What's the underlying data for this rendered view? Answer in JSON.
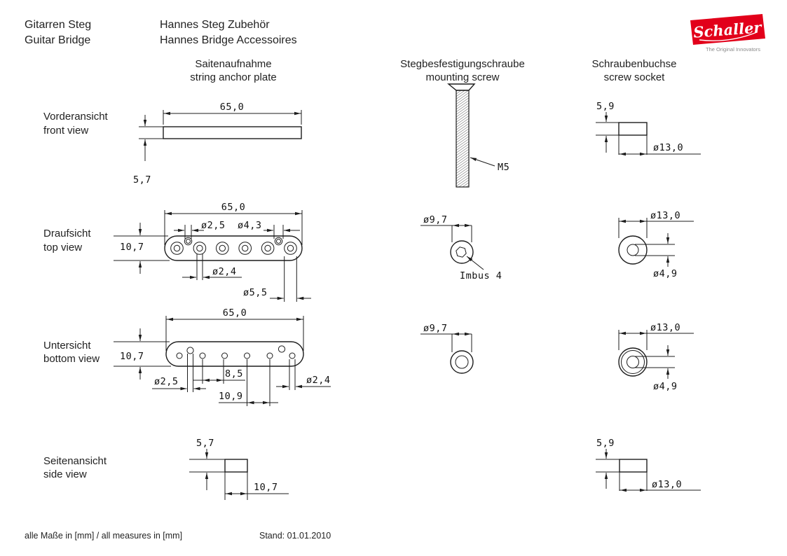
{
  "header": {
    "title_de": "Gitarren Steg",
    "title_en": "Guitar Bridge",
    "subtitle_de": "Hannes Steg Zubehör",
    "subtitle_en": "Hannes Bridge Accessoires"
  },
  "logo": {
    "brand": "Schaller",
    "tagline": "The Original Innovators",
    "color": "#e2001a"
  },
  "columns": [
    {
      "de": "Saitenaufnahme",
      "en": "string anchor plate"
    },
    {
      "de": "Stegbesfestigungschraube",
      "en": "mounting screw"
    },
    {
      "de": "Schraubenbuchse",
      "en": "screw socket"
    }
  ],
  "rows": [
    {
      "de": "Vorderansicht",
      "en": "front view"
    },
    {
      "de": "Draufsicht",
      "en": "top view"
    },
    {
      "de": "Untersicht",
      "en": "bottom view"
    },
    {
      "de": "Seitenansicht",
      "en": "side view"
    }
  ],
  "dims": {
    "w65": "65,0",
    "t57": "5,7",
    "m5": "M5",
    "h59": "5,9",
    "d13": "ø13,0",
    "d25": "ø2,5",
    "d43": "ø4,3",
    "w107": "10,7",
    "d24": "ø2,4",
    "d55": "ø5,5",
    "d97": "ø9,7",
    "imbus": "Imbus 4",
    "d49": "ø4,9",
    "p85": "8,5",
    "p109": "10,9"
  },
  "footer": {
    "units": "alle Maße in [mm] / all measures in [mm]",
    "date": "Stand: 01.01.2010"
  }
}
